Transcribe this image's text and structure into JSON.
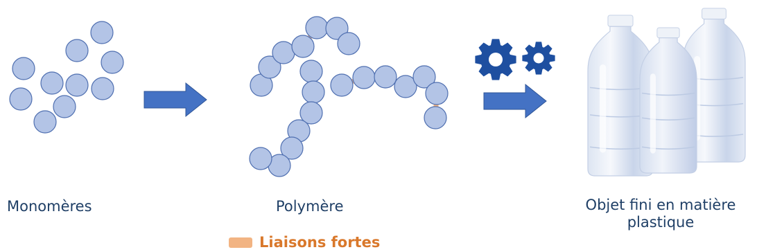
{
  "labels": {
    "monomers": "Monomères",
    "polymer": "Polymère",
    "object": "Objet fini en matière plastique"
  },
  "legend": {
    "text": "Liaisons fortes"
  },
  "icons": {
    "arrow": "right-arrow-icon",
    "gears": "gears-icon",
    "bottles": "plastic-bottles-icon"
  },
  "colors": {
    "monomer_fill": "#b3c4e6",
    "monomer_stroke": "#4f6fb0",
    "bond": "#f2b483",
    "arrow": "#4472c4",
    "gear": "#1e4fa0",
    "label": "#1f3f66",
    "legend_text": "#d9782b"
  }
}
